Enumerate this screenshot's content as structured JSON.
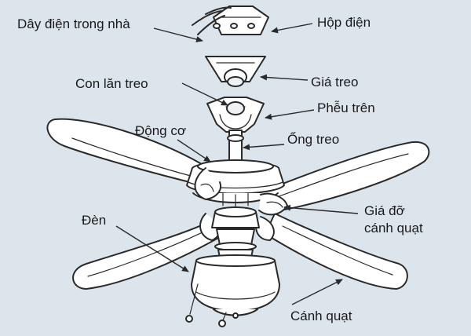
{
  "colors": {
    "background": "#dde5ec",
    "line": "#2a2a2a",
    "fill": "#ffffff",
    "light_fill": "#eef2f5"
  },
  "labels": {
    "house_wiring": "Dây điện trong nhà",
    "junction_box": "Hộp điện",
    "hanger_ball": "Con lăn treo",
    "mounting_bracket": "Giá treo",
    "upper_canopy": "Phễu trên",
    "motor": "Động cơ",
    "downrod": "Ống treo",
    "blade_bracket_line1": "Giá đỡ",
    "blade_bracket_line2": "cánh quạt",
    "light": "Đèn",
    "blade": "Cánh quạt"
  }
}
